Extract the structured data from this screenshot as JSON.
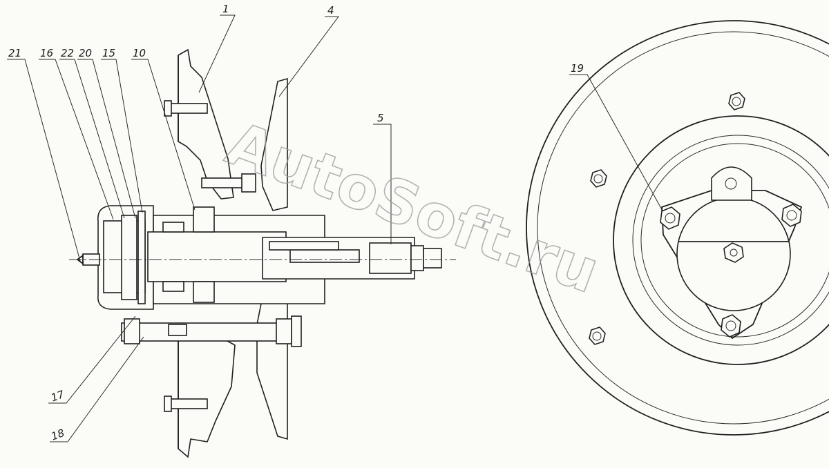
{
  "callouts": {
    "c1": "1",
    "c4": "4",
    "c5": "5",
    "c10": "10",
    "c15": "15",
    "c16": "16",
    "c17": "17",
    "c18": "18",
    "c19": "19",
    "c20": "20",
    "c21": "21",
    "c22": "22"
  },
  "watermark": "AutoSoft.ru"
}
